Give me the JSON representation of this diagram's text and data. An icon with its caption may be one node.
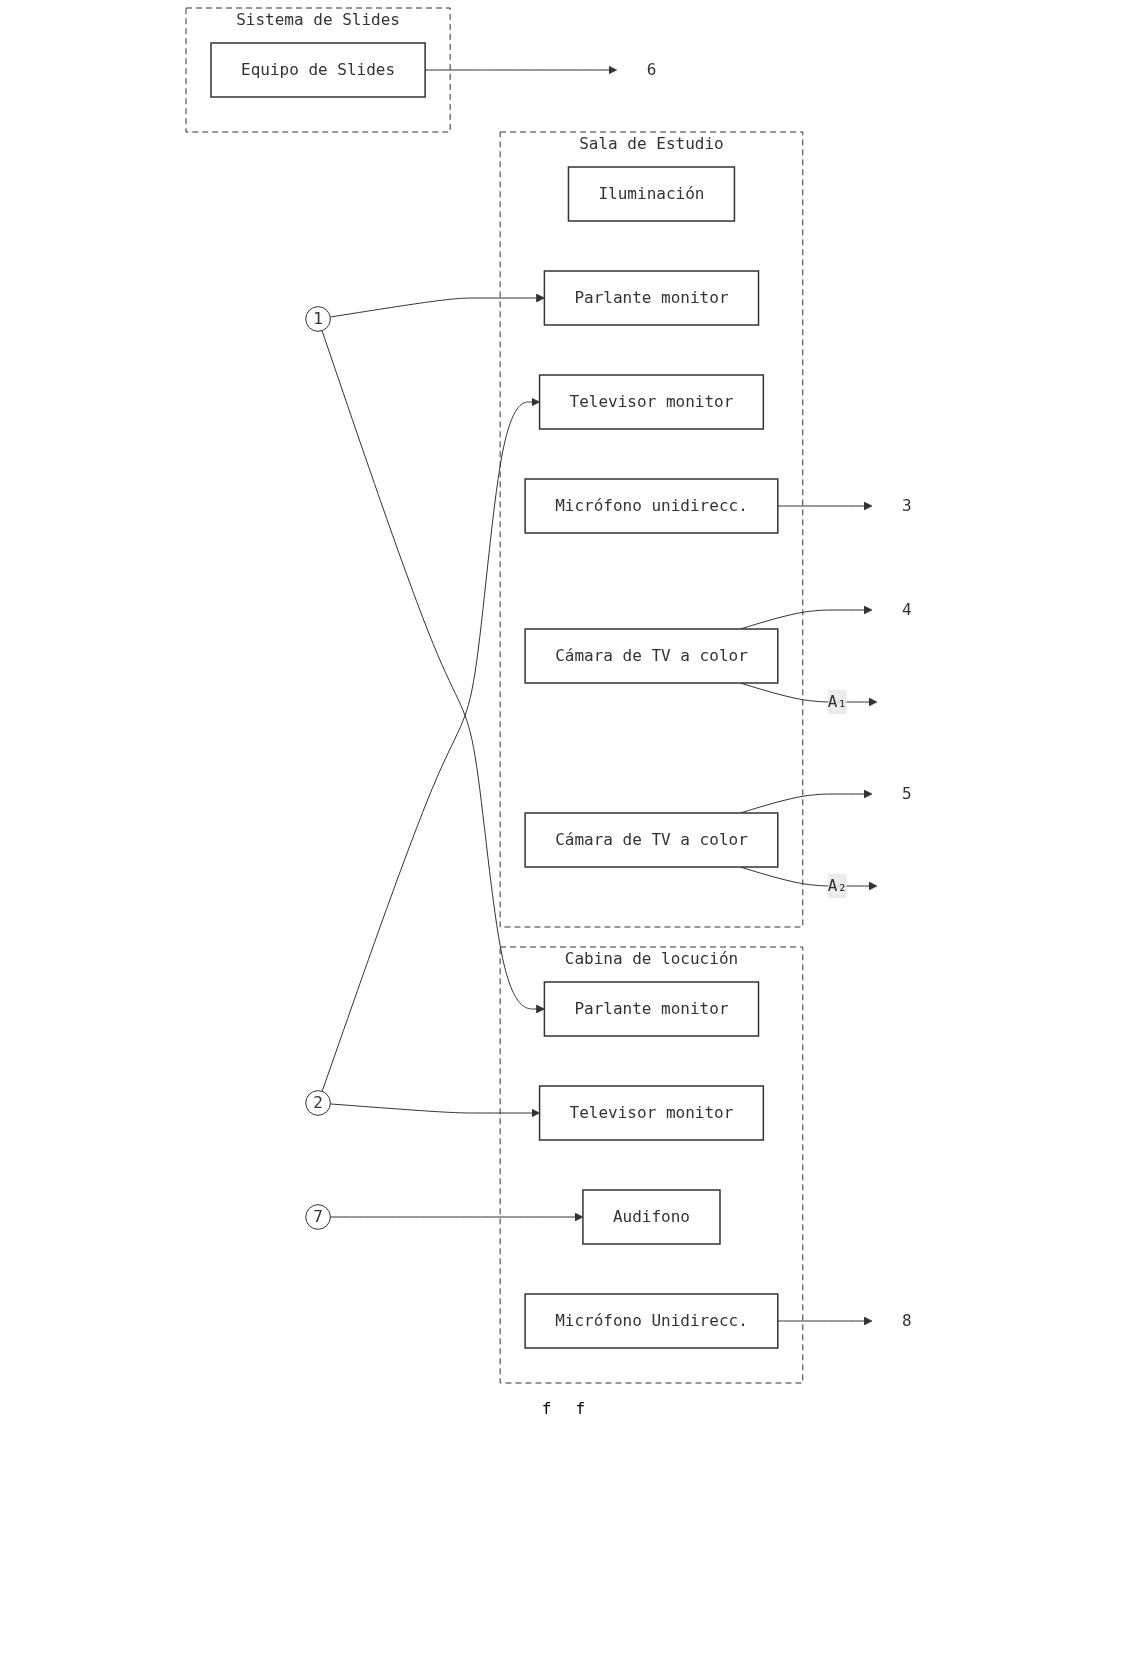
{
  "diagram": {
    "nodes": [
      {
        "text": [
          "Sala de Estudio"
        ]
      },
      {
        "text": [
          "Iluminación"
        ],
        "in": 0
      },
      {
        "text": [
          "Parlante monitor"
        ],
        "in": 0
      },
      {
        "text": [
          "Televisor monitor"
        ],
        "in": 0
      },
      {
        "text": [
          "Micrófono unidirecc."
        ],
        "in": 0
      },
      {
        "text": [
          "Cámara de TV a color"
        ],
        "in": 0
      },
      {
        "text": [
          "Cámara de TV a color"
        ],
        "in": 0
      },
      {
        "text": [
          "Sistema de Slides"
        ]
      },
      {
        "text": [
          "Equipo de Slides"
        ],
        "in": 7
      },
      {
        "text": [
          "Cabina de locución"
        ]
      },
      {
        "text": [
          "Parlante monitor"
        ],
        "in": 9
      },
      {
        "text": [
          "Televisor monitor"
        ],
        "in": 9
      },
      {
        "text": [
          "Audifono"
        ],
        "in": 9
      },
      {
        "text": [
          "Micrófono Unidirecc."
        ],
        "in": 9
      },
      {
        "text": [
          "1"
        ]
      },
      {
        "text": [
          "2"
        ]
      },
      {
        "text": [
          "3"
        ]
      },
      {
        "text": [
          "4"
        ]
      },
      {
        "text": [
          "5"
        ]
      },
      {
        "text": [
          "6"
        ]
      },
      {
        "text": [
          "7"
        ]
      },
      {
        "text": [
          "8"
        ]
      }
    ],
    "edges": [
      {
        "from": 14,
        "to": 2,
        "arrow": "to"
      },
      {
        "from": 14,
        "to": 10,
        "arrow": "to"
      },
      {
        "from": 15,
        "to": 3,
        "arrow": "to"
      },
      {
        "from": 15,
        "to": 11,
        "arrow": "to"
      },
      {
        "from": 4,
        "to": 16,
        "arrow": "to"
      },
      {
        "from": 5,
        "to": 17,
        "arrow": "to"
      },
      {
        "from": 5,
        "to": null,
        "arrow": "to",
        "label": "A₁"
      },
      {
        "from": 6,
        "to": 18,
        "arrow": "to"
      },
      {
        "from": 6,
        "to": null,
        "arrow": "to",
        "label": "A₂"
      },
      {
        "from": 8,
        "to": 19,
        "arrow": "to"
      },
      {
        "from": 20,
        "to": 12,
        "arrow": "to"
      },
      {
        "from": 13,
        "to": 21,
        "arrow": "to"
      }
    ],
    "labels": [
      "f",
      "f"
    ]
  }
}
